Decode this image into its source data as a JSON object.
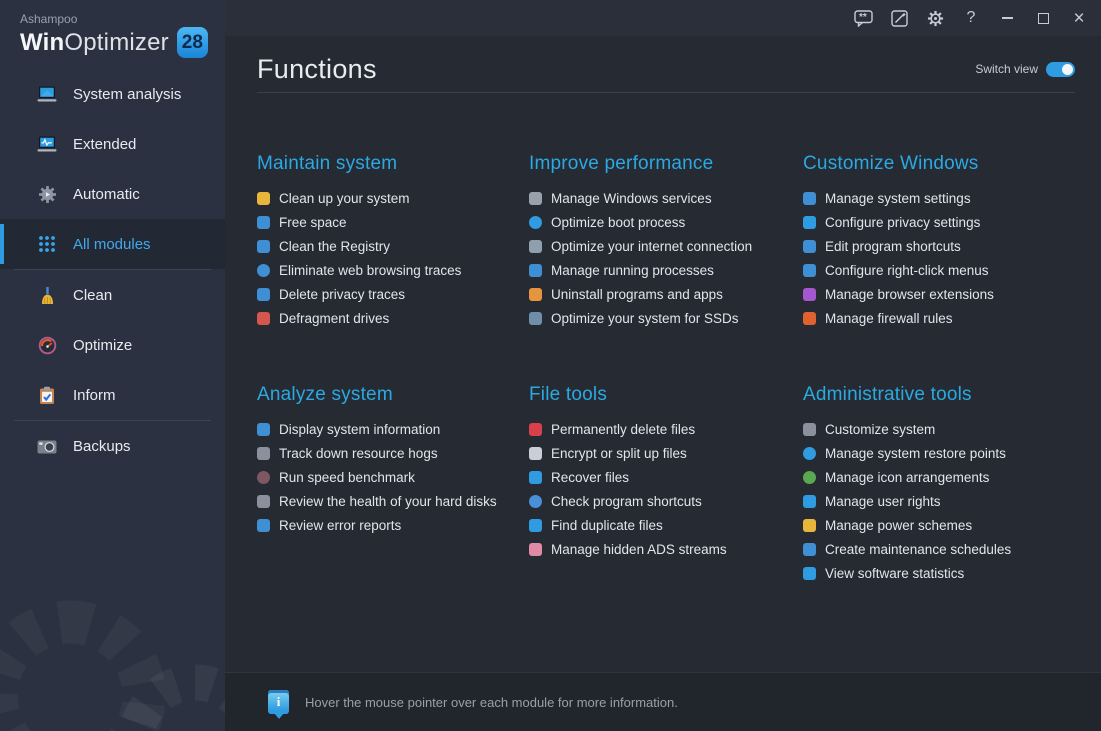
{
  "window": {
    "titlebar_buttons": [
      {
        "name": "feedback",
        "icon": "feedback-bubble-icon"
      },
      {
        "name": "session-notes",
        "icon": "notes-pen-icon"
      },
      {
        "name": "settings",
        "icon": "gear-icon"
      },
      {
        "name": "help",
        "icon": "help-icon",
        "glyph": "?"
      },
      {
        "name": "minimize",
        "icon": "minimize-icon"
      },
      {
        "name": "maximize",
        "icon": "maximize-icon"
      },
      {
        "name": "close",
        "icon": "close-icon",
        "glyph": "×"
      }
    ]
  },
  "sidebar": {
    "brand": {
      "company": "Ashampoo",
      "product_bold": "Win",
      "product_light": "Optimizer",
      "version": "28"
    },
    "items": [
      {
        "label": "System analysis",
        "icon": "system-analysis",
        "active": false,
        "divider_after": false
      },
      {
        "label": "Extended",
        "icon": "extended",
        "active": false,
        "divider_after": false
      },
      {
        "label": "Automatic",
        "icon": "automatic",
        "active": false,
        "divider_after": false
      },
      {
        "label": "All modules",
        "icon": "all-modules",
        "active": true,
        "divider_after": true
      },
      {
        "label": "Clean",
        "icon": "clean",
        "active": false,
        "divider_after": false
      },
      {
        "label": "Optimize",
        "icon": "optimize",
        "active": false,
        "divider_after": false
      },
      {
        "label": "Inform",
        "icon": "inform",
        "active": false,
        "divider_after": true
      },
      {
        "label": "Backups",
        "icon": "backups",
        "active": false,
        "divider_after": false
      }
    ]
  },
  "header": {
    "title": "Functions",
    "switch_label": "Switch view",
    "switch_on": true
  },
  "groups": [
    {
      "title": "Maintain system",
      "items": [
        {
          "label": "Clean up your system",
          "icon": "broom-icon",
          "color": "#e9b63c",
          "shape": "square"
        },
        {
          "label": "Free space",
          "icon": "free-space-drive-icon",
          "color": "#3f8fd4",
          "shape": "square"
        },
        {
          "label": "Clean the Registry",
          "icon": "registry-icon",
          "color": "#3f8fd4",
          "shape": "square"
        },
        {
          "label": "Eliminate web browsing traces",
          "icon": "globe-icon",
          "color": "#3f8fd4",
          "shape": "circle"
        },
        {
          "label": "Delete privacy traces",
          "icon": "privacy-shield-icon",
          "color": "#3f8fd4",
          "shape": "square"
        },
        {
          "label": "Defragment drives",
          "icon": "defrag-blocks-icon",
          "color": "#d4574e",
          "shape": "square"
        }
      ]
    },
    {
      "title": "Improve performance",
      "items": [
        {
          "label": "Manage Windows services",
          "icon": "services-gears-icon",
          "color": "#98a1ac",
          "shape": "square"
        },
        {
          "label": "Optimize boot process",
          "icon": "boot-up-icon",
          "color": "#2f9be0",
          "shape": "circle"
        },
        {
          "label": "Optimize your internet connection",
          "icon": "network-icon",
          "color": "#8fa0ad",
          "shape": "square"
        },
        {
          "label": "Manage running processes",
          "icon": "processes-monitor-icon",
          "color": "#3f8fd4",
          "shape": "square"
        },
        {
          "label": "Uninstall programs and apps",
          "icon": "uninstall-box-icon",
          "color": "#e6953e",
          "shape": "square"
        },
        {
          "label": "Optimize your system for SSDs",
          "icon": "ssd-icon",
          "color": "#6f8fa8",
          "shape": "square"
        }
      ]
    },
    {
      "title": "Customize Windows",
      "items": [
        {
          "label": "Manage system settings",
          "icon": "system-settings-icon",
          "color": "#3f8fd4",
          "shape": "square"
        },
        {
          "label": "Configure privacy settings",
          "icon": "privacy-settings-shield-icon",
          "color": "#2f9be0",
          "shape": "square"
        },
        {
          "label": "Edit program shortcuts",
          "icon": "shortcut-file-icon",
          "color": "#3f8fd4",
          "shape": "square"
        },
        {
          "label": "Configure right-click menus",
          "icon": "context-menu-icon",
          "color": "#3f8fd4",
          "shape": "square"
        },
        {
          "label": "Manage browser extensions",
          "icon": "puzzle-icon",
          "color": "#a557d0",
          "shape": "square"
        },
        {
          "label": "Manage firewall rules",
          "icon": "firewall-flame-icon",
          "color": "#e0622e",
          "shape": "square"
        }
      ]
    },
    {
      "title": "Analyze system",
      "items": [
        {
          "label": "Display system information",
          "icon": "system-info-icon",
          "color": "#3f8fd4",
          "shape": "square"
        },
        {
          "label": "Track down resource hogs",
          "icon": "resource-drive-icon",
          "color": "#8a919c",
          "shape": "square"
        },
        {
          "label": "Run speed benchmark",
          "icon": "benchmark-gauge-icon",
          "color": "#7d5762",
          "shape": "circle"
        },
        {
          "label": "Review the health of your hard disks",
          "icon": "disk-health-icon",
          "color": "#8a919c",
          "shape": "square"
        },
        {
          "label": "Review error reports",
          "icon": "error-report-icon",
          "color": "#3f8fd4",
          "shape": "square"
        }
      ]
    },
    {
      "title": "File tools",
      "items": [
        {
          "label": "Permanently delete files",
          "icon": "delete-trash-icon",
          "color": "#d9404a",
          "shape": "square"
        },
        {
          "label": "Encrypt or split up files",
          "icon": "encrypt-file-icon",
          "color": "#c8cfd8",
          "shape": "square"
        },
        {
          "label": "Recover files",
          "icon": "recover-trash-icon",
          "color": "#2f9be0",
          "shape": "square"
        },
        {
          "label": "Check program shortcuts",
          "icon": "link-check-icon",
          "color": "#4a90d9",
          "shape": "circle"
        },
        {
          "label": "Find duplicate files",
          "icon": "duplicate-files-icon",
          "color": "#2f9be0",
          "shape": "square"
        },
        {
          "label": "Manage hidden ADS streams",
          "icon": "ads-file-icon",
          "color": "#e08aa8",
          "shape": "square"
        }
      ]
    },
    {
      "title": "Administrative tools",
      "items": [
        {
          "label": "Customize system",
          "icon": "customize-system-icon",
          "color": "#8a919c",
          "shape": "square"
        },
        {
          "label": "Manage system restore points",
          "icon": "restore-points-icon",
          "color": "#2f9be0",
          "shape": "circle"
        },
        {
          "label": "Manage icon arrangements",
          "icon": "icon-arrangements-icon",
          "color": "#5aa84f",
          "shape": "circle"
        },
        {
          "label": "Manage user rights",
          "icon": "user-rights-shield-icon",
          "color": "#2f9be0",
          "shape": "square"
        },
        {
          "label": "Manage power schemes",
          "icon": "battery-icon",
          "color": "#e9b63c",
          "shape": "square"
        },
        {
          "label": "Create maintenance schedules",
          "icon": "maintenance-schedule-icon",
          "color": "#3f8fd4",
          "shape": "square"
        },
        {
          "label": "View software statistics",
          "icon": "statistics-chart-icon",
          "color": "#2f9be0",
          "shape": "square"
        }
      ]
    }
  ],
  "footer": {
    "info_text": "Hover the mouse pointer over each module for more information."
  },
  "colors": {
    "accent": "#2aa9e2",
    "sidebar_bg": "#2b3140",
    "titlebar_bg": "#2b2f39",
    "content_bg": "#262a32",
    "footer_bg": "#21252c",
    "active_item": "#42a8ec",
    "toggle_on": "#2f9be0",
    "badge_gradient_top": "#4db7f4",
    "badge_gradient_bottom": "#1a85d8"
  }
}
